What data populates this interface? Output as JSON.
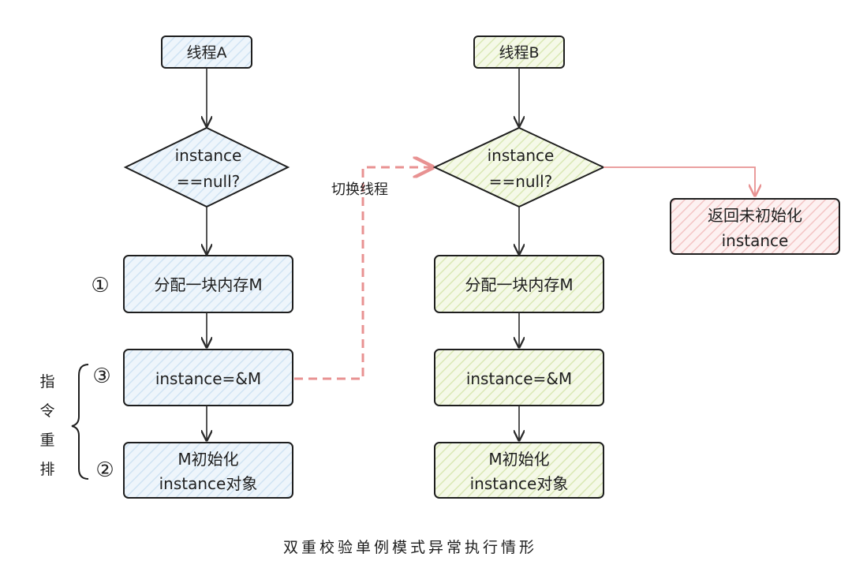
{
  "colors": {
    "stroke": "#1e1e1e",
    "blue_fill": "#eef5fb",
    "blue_hatch": "#cfe3f3",
    "green_fill": "#f5f9e8",
    "green_hatch": "#d9e8b4",
    "pink_fill": "#fdf1f1",
    "pink_hatch": "#f3c4c4",
    "pink_arrow": "#e89292"
  },
  "thread_a": {
    "title": "线程A",
    "condition_line1": "instance",
    "condition_line2": "==null?",
    "step1_marker": "①",
    "step1": "分配一块内存M",
    "step3_marker": "③",
    "step3": "instance=&M",
    "step2_marker": "②",
    "step2_line1": "M初始化",
    "step2_line2": "instance对象"
  },
  "thread_b": {
    "title": "线程B",
    "condition_line1": "instance",
    "condition_line2": "==null?",
    "step1": "分配一块内存M",
    "step2": "instance=&M",
    "step3_line1": "M初始化",
    "step3_line2": "instance对象"
  },
  "return_box": {
    "line1": "返回未初始化",
    "line2": "instance"
  },
  "switch_label": "切换线程",
  "reorder_label": [
    "指",
    "令",
    "重",
    "排"
  ],
  "caption": "双重校验单例模式异常执行情形"
}
